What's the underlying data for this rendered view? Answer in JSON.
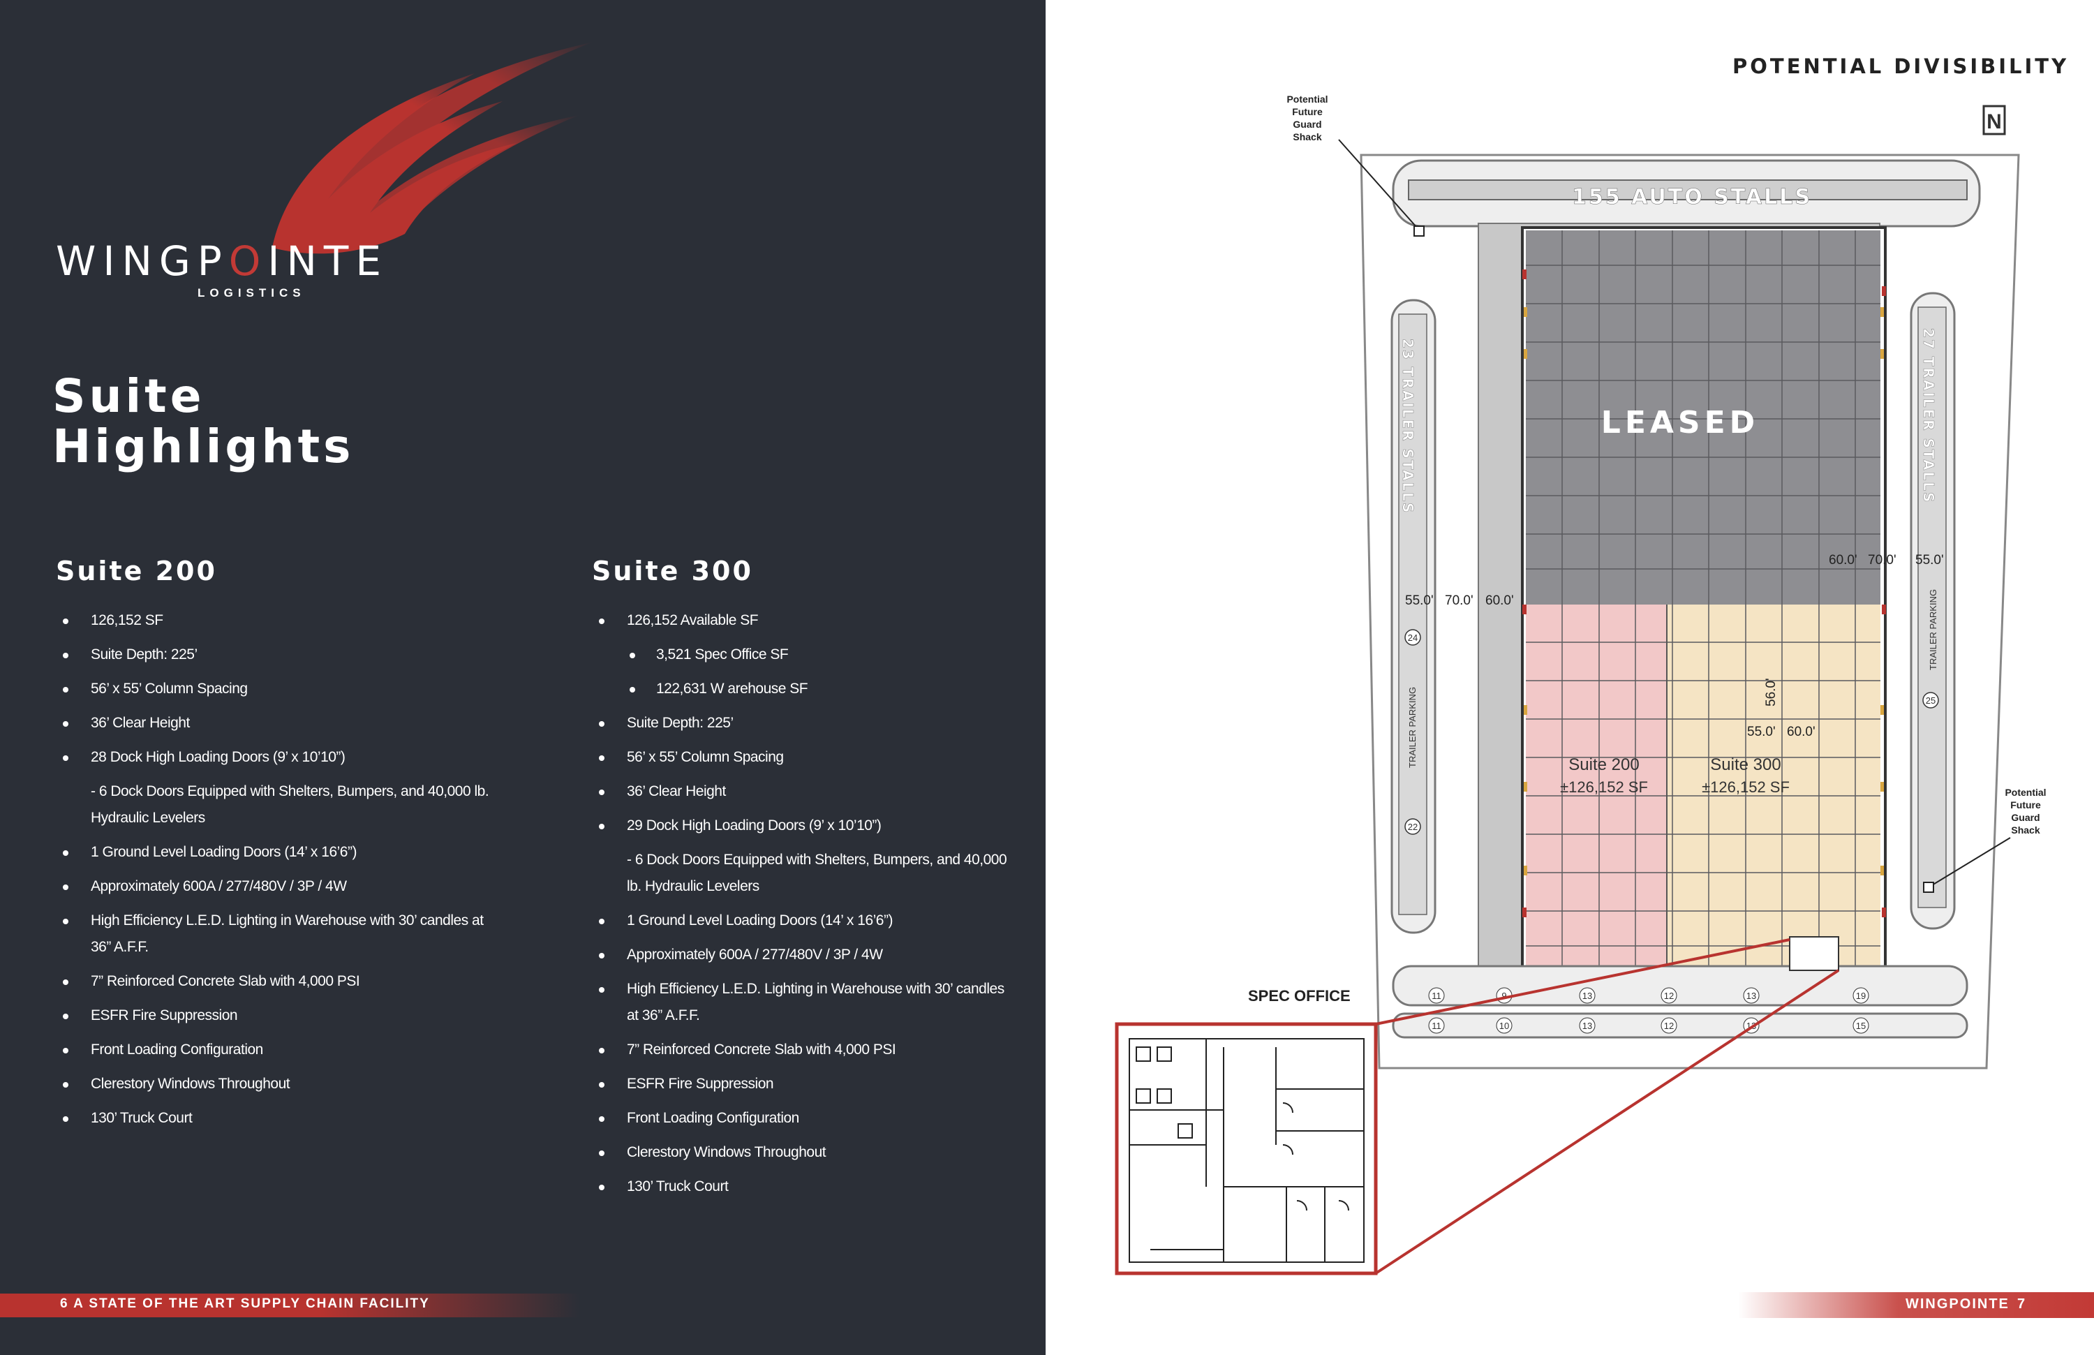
{
  "brand": {
    "name_part1": "WINGP",
    "name_o": "O",
    "name_part2": "INTE",
    "sub": "LOGISTICS"
  },
  "title_line1": "Suite",
  "title_line2": "Highlights",
  "suite200": {
    "heading": "Suite 200",
    "items": [
      {
        "text": "126,152 SF",
        "type": "b"
      },
      {
        "text": "Suite Depth: 225’",
        "type": "b"
      },
      {
        "text": "56’ x 55’ Column Spacing",
        "type": "b"
      },
      {
        "text": "36’ Clear Height",
        "type": "b"
      },
      {
        "text": "28 Dock High Loading Doors (9’ x 10’10”)",
        "type": "b"
      },
      {
        "text": "- 6  Dock Doors Equipped with Shelters, Bumpers, and 40,000 lb. Hydraulic Levelers",
        "type": "dash"
      },
      {
        "text": "1 Ground Level Loading Doors (14’ x 16’6”)",
        "type": "b"
      },
      {
        "text": "Approximately 600A / 277/480V / 3P / 4W",
        "type": "b"
      },
      {
        "text": "High Efficiency L.E.D. Lighting in Warehouse with 30’ candles at 36” A.F.F.",
        "type": "b"
      },
      {
        "text": "7” Reinforced Concrete Slab with 4,000 PSI",
        "type": "b"
      },
      {
        "text": "ESFR Fire Suppression",
        "type": "b"
      },
      {
        "text": "Front Loading Configuration",
        "type": "b"
      },
      {
        "text": "Clerestory Windows Throughout",
        "type": "b"
      },
      {
        "text": "130’ Truck Court",
        "type": "b"
      }
    ]
  },
  "suite300": {
    "heading": "Suite 300",
    "items": [
      {
        "text": "126,152 Available SF",
        "type": "b"
      },
      {
        "text": "3,521 Spec Office SF",
        "type": "sub"
      },
      {
        "text": "122,631 W arehouse SF",
        "type": "sub"
      },
      {
        "text": "Suite Depth: 225’",
        "type": "b"
      },
      {
        "text": "56’ x 55’ Column Spacing",
        "type": "b"
      },
      {
        "text": "36’ Clear Height",
        "type": "b"
      },
      {
        "text": "29 Dock High Loading Doors (9’ x 10’10”)",
        "type": "b"
      },
      {
        "text": "- 6 Dock Doors Equipped with Shelters, Bumpers, and 40,000 lb. Hydraulic Levelers",
        "type": "dash"
      },
      {
        "text": "1 Ground Level Loading Doors (14’ x 16’6”)",
        "type": "b"
      },
      {
        "text": "Approximately 600A / 277/480V / 3P / 4W",
        "type": "b"
      },
      {
        "text": "High Efficiency L.E.D. Lighting in Warehouse with 30’ candles at 36” A.F.F.",
        "type": "b"
      },
      {
        "text": "7” Reinforced Concrete Slab with 4,000 PSI",
        "type": "b"
      },
      {
        "text": "ESFR Fire Suppression",
        "type": "b"
      },
      {
        "text": "Front Loading Configuration",
        "type": "b"
      },
      {
        "text": "Clerestory Windows Throughout",
        "type": "b"
      },
      {
        "text": "130’ Truck Court",
        "type": "b"
      }
    ]
  },
  "footer_left": "6   A STATE OF THE ART SUPPLY CHAIN FACILITY",
  "footer_right": "WINGPOINTE",
  "footer_right_page": "7",
  "plan": {
    "heading": "POTENTIAL DIVISIBILITY",
    "auto_stalls": "155 AUTO STALLS",
    "leased": "LEASED",
    "trailer_left": "23 TRAILER STALLS",
    "trailer_right": "27 TRAILER STALLS",
    "trailer_parking": "TRAILER PARKING",
    "suite200_name": "Suite 200",
    "suite200_sf": "±126,152 SF",
    "suite300_name": "Suite 300",
    "suite300_sf": "±126,152 SF",
    "spec_office": "SPEC OFFICE",
    "guard_top": [
      "Potential",
      "Future",
      "Guard",
      "Shack"
    ],
    "guard_right": [
      "Potential",
      "Future",
      "Guard",
      "Shack"
    ],
    "north": "N",
    "dims_left": [
      "55.0'",
      "70.0'",
      "60.0'"
    ],
    "dims_right": [
      "60.0'",
      "70.0'",
      "55.0'"
    ],
    "dim_col_w": "55.0'",
    "dim_col_w2": "60.0'",
    "dim_col_h": "56.0'",
    "left_stall_nums": [
      "24",
      "22"
    ],
    "right_stall_num": "25",
    "bottom_row1": [
      "11",
      "9",
      "13",
      "12",
      "13",
      "19"
    ],
    "bottom_row2": [
      "11",
      "10",
      "13",
      "12",
      "13",
      "15"
    ]
  }
}
